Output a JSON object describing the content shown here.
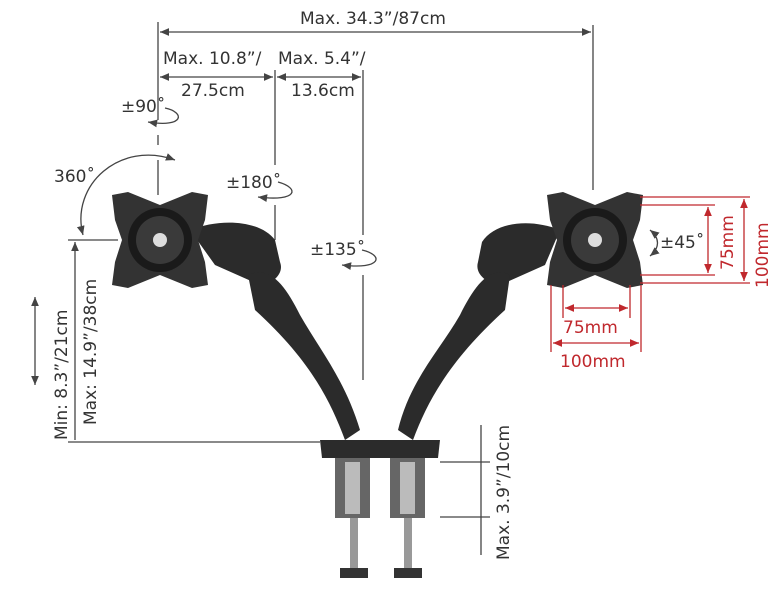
{
  "dimensions": {
    "total_reach": "Max. 34.3”/87cm",
    "arm1_reach_top": "Max. 10.8”/",
    "arm1_reach_bottom": "27.5cm",
    "arm2_reach_top": "Max. 5.4”/",
    "arm2_reach_bottom": "13.6cm",
    "height_min": "Min: 8.3”/21cm",
    "height_max": "Max: 14.9”/38cm",
    "clamp_thickness": "Max. 3.9”/10cm"
  },
  "rotations": {
    "tilt": "±90˚",
    "rotate": "360˚",
    "swivel_elbow": "±180˚",
    "swivel_base": "±135˚",
    "pivot": "±45˚"
  },
  "vesa": {
    "h_small": "75mm",
    "h_large": "100mm",
    "v_small": "75mm",
    "v_large": "100mm"
  },
  "colors": {
    "accent": "#c0282d",
    "line": "#444444",
    "arm": "#2b2b2b"
  }
}
